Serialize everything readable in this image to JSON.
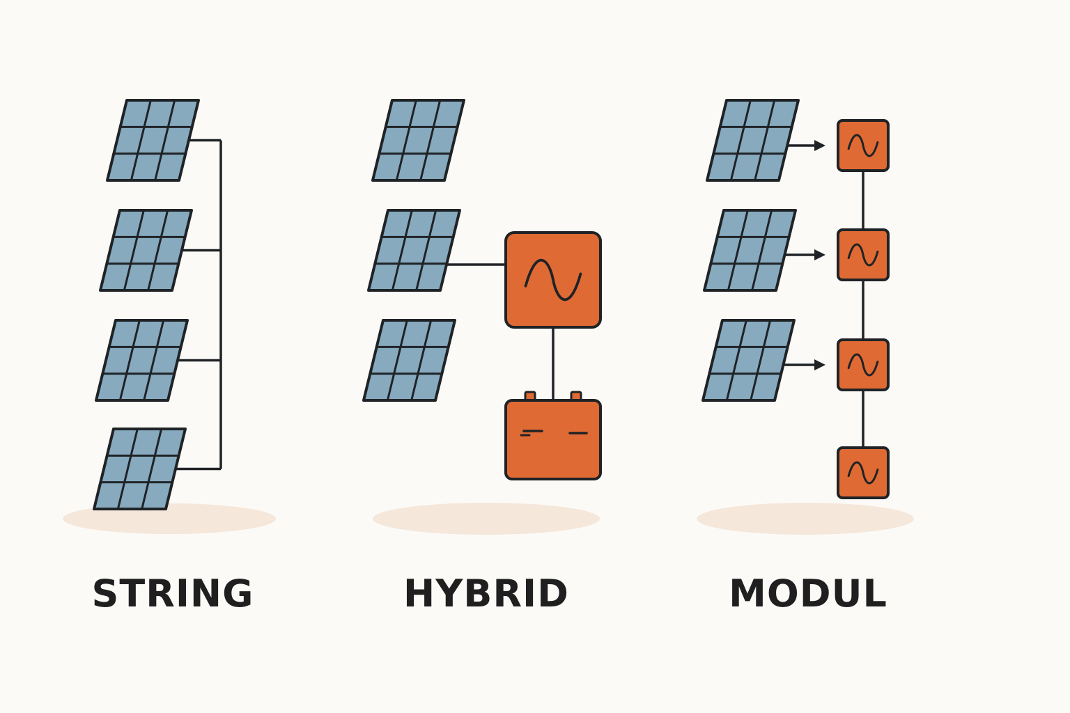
{
  "colors": {
    "background": "#FBFAF7",
    "panel_fill": "#87AABF",
    "outline": "#1F2326",
    "inverter_fill": "#E06A33",
    "ground_shadow": "#F6E7DB"
  },
  "icons": {
    "panel": "solar-panel-icon",
    "inverter": "ac-sine-wave-icon",
    "battery": "battery-icon",
    "arrow": "arrow-right-icon"
  },
  "diagrams": {
    "string": {
      "label": "STRING",
      "panel_count": 4,
      "inverter_count": 0
    },
    "hybrid": {
      "label": "HYBRID",
      "panel_count": 3,
      "inverter_count": 1,
      "battery_count": 1
    },
    "modul": {
      "label": "MODUL",
      "panel_count": 3,
      "inverter_count": 4
    }
  }
}
